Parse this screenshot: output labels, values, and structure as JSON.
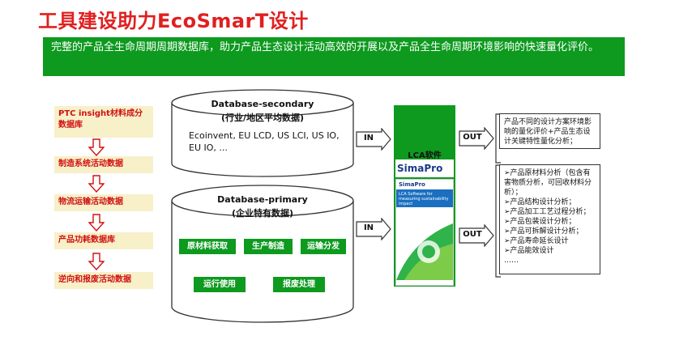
{
  "title": "工具建设助力EcoSmarT设计",
  "banner": "完整的产品全生命周期周期数据库，助力产品生态设计活动高效的开展以及产品全生命周期环境影响的快速量化评价。",
  "steps": [
    {
      "label": "PTC insight材料成分数据库"
    },
    {
      "label": "制造系统活动数据"
    },
    {
      "label": "物流运输活动数据"
    },
    {
      "label": "产品功耗数据库"
    },
    {
      "label": "逆向和报废活动数据"
    }
  ],
  "db_secondary": {
    "title": "Database-secondary",
    "subtitle": "(行业/地区平均数据)",
    "content": "Ecoinvent, EU LCD, US LCI, US IO, EU IO, ..."
  },
  "db_primary": {
    "title": "Database-primary",
    "subtitle": "(企业特有数据)",
    "boxes": [
      "原材料获取",
      "生产制造",
      "运输分发",
      "运行使用",
      "报废处理"
    ]
  },
  "arrows": {
    "in": "IN",
    "out": "OUT"
  },
  "lca": {
    "label": "LCA软件",
    "brand": "SimaPro",
    "cover_brand": "SimaPro",
    "cover_text": "LCA Software for measuring sustainability impact"
  },
  "out_top": "产品不同的设计方案环境影响的量化评价+产品生态设计关键特性量化分析；",
  "out_bottom": [
    "➢产品原材料分析（包含有害物质分析，可回收材料分析）；",
    "➢产品结构设计分析；",
    "➢产品加工工艺过程分析；",
    "➢产品包装设计分析；",
    "➢产品可拆解设计分析；",
    "➢产品寿命延长设计",
    "➢产品能效设计",
    "……"
  ],
  "colors": {
    "title": "#e02020",
    "green": "#0d9a1f",
    "step_bg": "#f7f0c9",
    "step_text": "#d01010"
  }
}
